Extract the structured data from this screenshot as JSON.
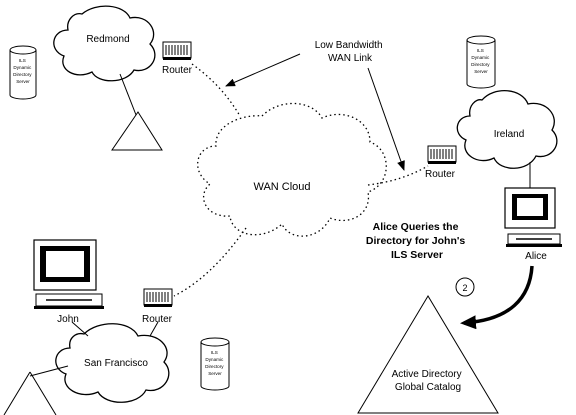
{
  "diagram": {
    "sites": {
      "redmond": "Redmond",
      "ireland": "Ireland",
      "san_francisco": "San Francisco"
    },
    "wan_cloud_label": "WAN Cloud",
    "router_label": "Router",
    "wan_link_label": [
      "Low Bandwidth",
      "WAN Link"
    ],
    "ils_server_label": [
      "ILS",
      "Dynamic",
      "Directory",
      "Server"
    ],
    "users": {
      "alice": "Alice",
      "john": "John"
    },
    "query_caption": [
      "Alice Queries the",
      "Directory for John's",
      "ILS Server"
    ],
    "step_number": "2",
    "active_directory_label": [
      "Active Directory",
      "Global Catalog"
    ],
    "icon_names": [
      "cloud-icon",
      "router-icon",
      "server-icon",
      "computer-icon",
      "active-directory-triangle"
    ]
  }
}
